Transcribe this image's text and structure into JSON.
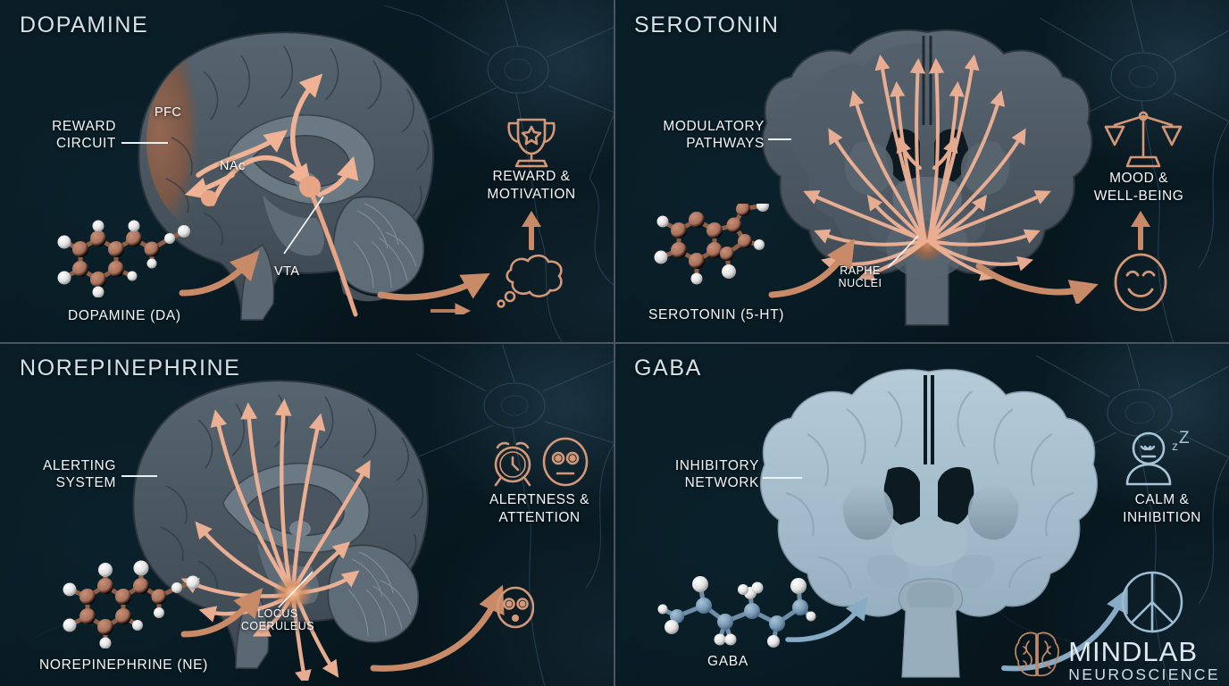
{
  "meta": {
    "colors": {
      "background": "#081820",
      "divider": "#4a5560",
      "accent_copper": "#e6a98b",
      "accent_copper_deep": "#c07a57",
      "accent_blue": "#8fb6cf",
      "brain_gray": "#4b5761",
      "brain_blue": "#a8c0cf",
      "title_text": "#d6e2e9",
      "label_text": "#f2f6f8",
      "molecule_carbon_copper": "#a9705a",
      "molecule_carbon_blue": "#7a9ab5",
      "molecule_hydrogen": "#f0f0f0"
    }
  },
  "panels": [
    {
      "id": "dopamine",
      "title": "DOPAMINE",
      "brain_view": "sagittal",
      "pathway_label": {
        "line1": "REWARD",
        "line2": "CIRCUIT"
      },
      "brain_regions": [
        {
          "name": "PFC",
          "label": "PFC"
        },
        {
          "name": "NAc",
          "label": "NAc"
        },
        {
          "name": "VTA",
          "label": "VTA"
        }
      ],
      "molecule": {
        "name": "DOPAMINE (DA)",
        "type": "ring",
        "atom_color": "copper"
      },
      "outcome": {
        "icon_top": "trophy-icon",
        "label_line1": "REWARD &",
        "label_line2": "MOTIVATION",
        "icon_bottom": "thought-bubble-icon"
      },
      "accent": "#e6a98b"
    },
    {
      "id": "serotonin",
      "title": "SEROTONIN",
      "brain_view": "coronal",
      "pathway_label": {
        "line1": "MODULATORY",
        "line2": "PATHWAYS"
      },
      "brain_regions": [
        {
          "name": "raphe-nuclei",
          "label_line1": "RAPHE",
          "label_line2": "NUCLEI"
        }
      ],
      "molecule": {
        "name": "SEROTONIN (5-HT)",
        "type": "indole",
        "atom_color": "copper"
      },
      "outcome": {
        "icon_top": "balance-scale-icon",
        "label_line1": "MOOD &",
        "label_line2": "WELL-BEING",
        "icon_bottom": "smiley-face-icon"
      },
      "accent": "#e6a98b"
    },
    {
      "id": "norepinephrine",
      "title": "NOREPINEPHRINE",
      "brain_view": "sagittal",
      "pathway_label": {
        "line1": "ALERTING",
        "line2": "SYSTEM"
      },
      "brain_regions": [
        {
          "name": "locus-coeruleus",
          "label_line1": "LOCUS",
          "label_line2": "COERULEUS"
        }
      ],
      "molecule": {
        "name": "NOREPINEPHRINE (NE)",
        "type": "ring",
        "atom_color": "copper"
      },
      "outcome": {
        "icon_top_a": "alarm-clock-icon",
        "icon_top_b": "wide-eyed-face-icon",
        "label_line1": "ALERTNESS &",
        "label_line2": "ATTENTION",
        "icon_bottom": "surprised-face-icon"
      },
      "accent": "#e6a98b"
    },
    {
      "id": "gaba",
      "title": "GABA",
      "brain_view": "coronal",
      "pathway_label": {
        "line1": "INHIBITORY",
        "line2": "NETWORK"
      },
      "brain_regions": [],
      "molecule": {
        "name": "GABA",
        "type": "chain",
        "atom_color": "blue"
      },
      "outcome": {
        "icon_top": "sleeping-person-icon",
        "sleep_marks": "zZ",
        "label_line1": "CALM &",
        "label_line2": "INHIBITION",
        "icon_bottom": "peace-sign-icon"
      },
      "accent": "#8fb6cf"
    }
  ],
  "logo": {
    "icon": "brain-logo-icon",
    "name": "MINDLAB",
    "tagline": "NEUROSCIENCE"
  }
}
